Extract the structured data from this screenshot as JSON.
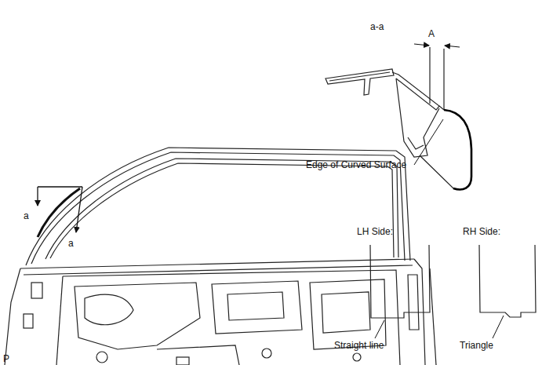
{
  "diagram": {
    "labels": [
      "a-a",
      "A",
      "Edge of Curved Surface",
      "a",
      "a",
      "LH Side:",
      "RH Side:",
      "Straight line",
      "Triangle",
      "P"
    ]
  }
}
